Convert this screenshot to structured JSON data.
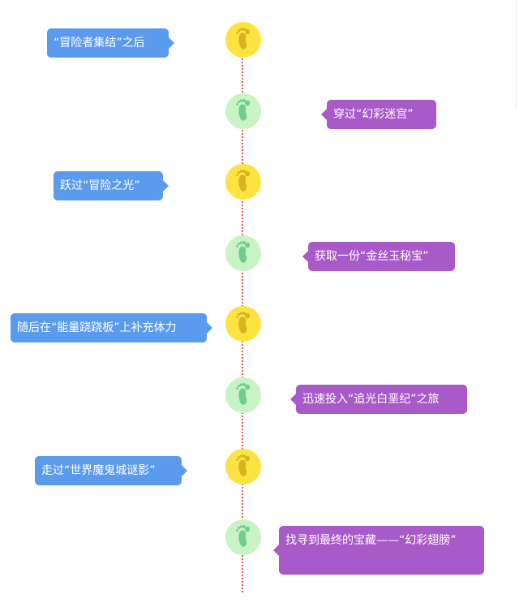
{
  "timeline": {
    "line_color": "#e0623b",
    "steps": [
      {
        "side": "left",
        "node_color": "yellow",
        "icon": "footprint-icon",
        "text": "“冒险者集结”之后"
      },
      {
        "side": "right",
        "node_color": "green",
        "icon": "footprint-icon",
        "text": "穿过“幻彩迷宫”"
      },
      {
        "side": "left",
        "node_color": "yellow",
        "icon": "footprint-icon",
        "text": "跃过“冒险之光”"
      },
      {
        "side": "right",
        "node_color": "green",
        "icon": "footprint-icon",
        "text": "获取一份“金丝玉秘宝”"
      },
      {
        "side": "left",
        "node_color": "yellow",
        "icon": "footprint-icon",
        "text": "随后在“能量跷跷板”上补充体力"
      },
      {
        "side": "right",
        "node_color": "green",
        "icon": "footprint-icon",
        "text": "迅速投入“追光白垩纪”之旅"
      },
      {
        "side": "left",
        "node_color": "yellow",
        "icon": "footprint-icon",
        "text": "走过“世界魔鬼城谜影”"
      },
      {
        "side": "right",
        "node_color": "green",
        "icon": "footprint-icon",
        "text": "找寻到最终的宝藏——“幻彩翅膀”"
      }
    ]
  },
  "colors": {
    "yellow_node": "#fde342",
    "yellow_foot": "#d6b320",
    "green_node": "#c9f3c4",
    "green_foot": "#6fce8f",
    "left_bubble": "#5b9bee",
    "right_bubble": "#a85ac8"
  }
}
